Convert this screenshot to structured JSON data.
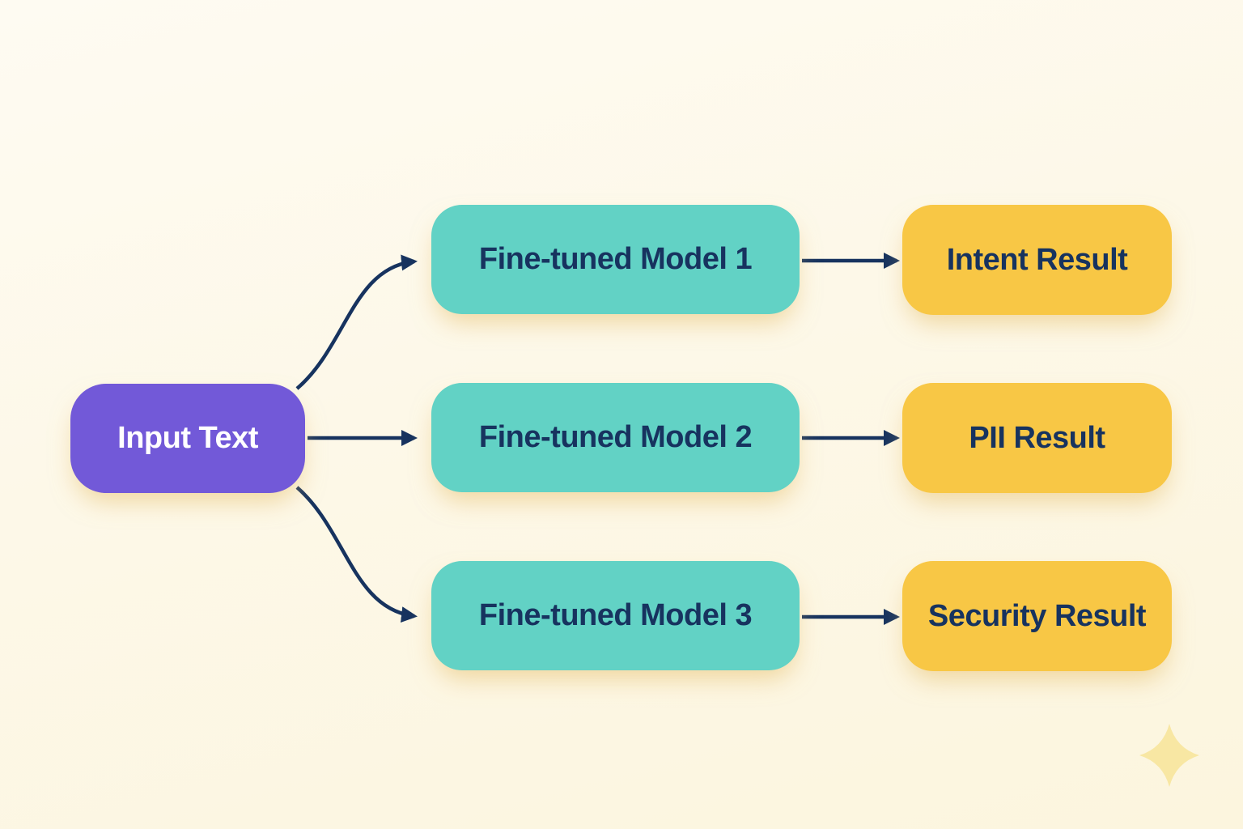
{
  "diagram": {
    "title": "fine-tuned model fan-out flow",
    "input_node": {
      "label": "Input Text"
    },
    "model_nodes": [
      {
        "label": "Fine-tuned Model 1"
      },
      {
        "label": "Fine-tuned Model 2"
      },
      {
        "label": "Fine-tuned Model 3"
      }
    ],
    "result_nodes": [
      {
        "label": "Intent Result"
      },
      {
        "label": "PII Result"
      },
      {
        "label": "Security Result"
      }
    ],
    "connections": [
      {
        "from": "Input Text",
        "to": "Fine-tuned Model 1"
      },
      {
        "from": "Input Text",
        "to": "Fine-tuned Model 2"
      },
      {
        "from": "Input Text",
        "to": "Fine-tuned Model 3"
      },
      {
        "from": "Fine-tuned Model 1",
        "to": "Intent Result"
      },
      {
        "from": "Fine-tuned Model 2",
        "to": "PII Result"
      },
      {
        "from": "Fine-tuned Model 3",
        "to": "Security Result"
      }
    ],
    "icons": [
      {
        "name": "sparkle-icon"
      }
    ],
    "colors": {
      "bg": "#fdf8e8",
      "bg_light": "#fefbf2",
      "bg_warm": "#fcf5de",
      "input_fill": "#7259d8",
      "model_fill": "#62d2c5",
      "result_fill": "#f8c745",
      "text_dark": "#17335f",
      "text_light": "#ffffff",
      "arrow": "#17335f",
      "sparkle": "#f8e7a3",
      "glow": "rgba(230, 188, 100, 0.55)"
    }
  }
}
